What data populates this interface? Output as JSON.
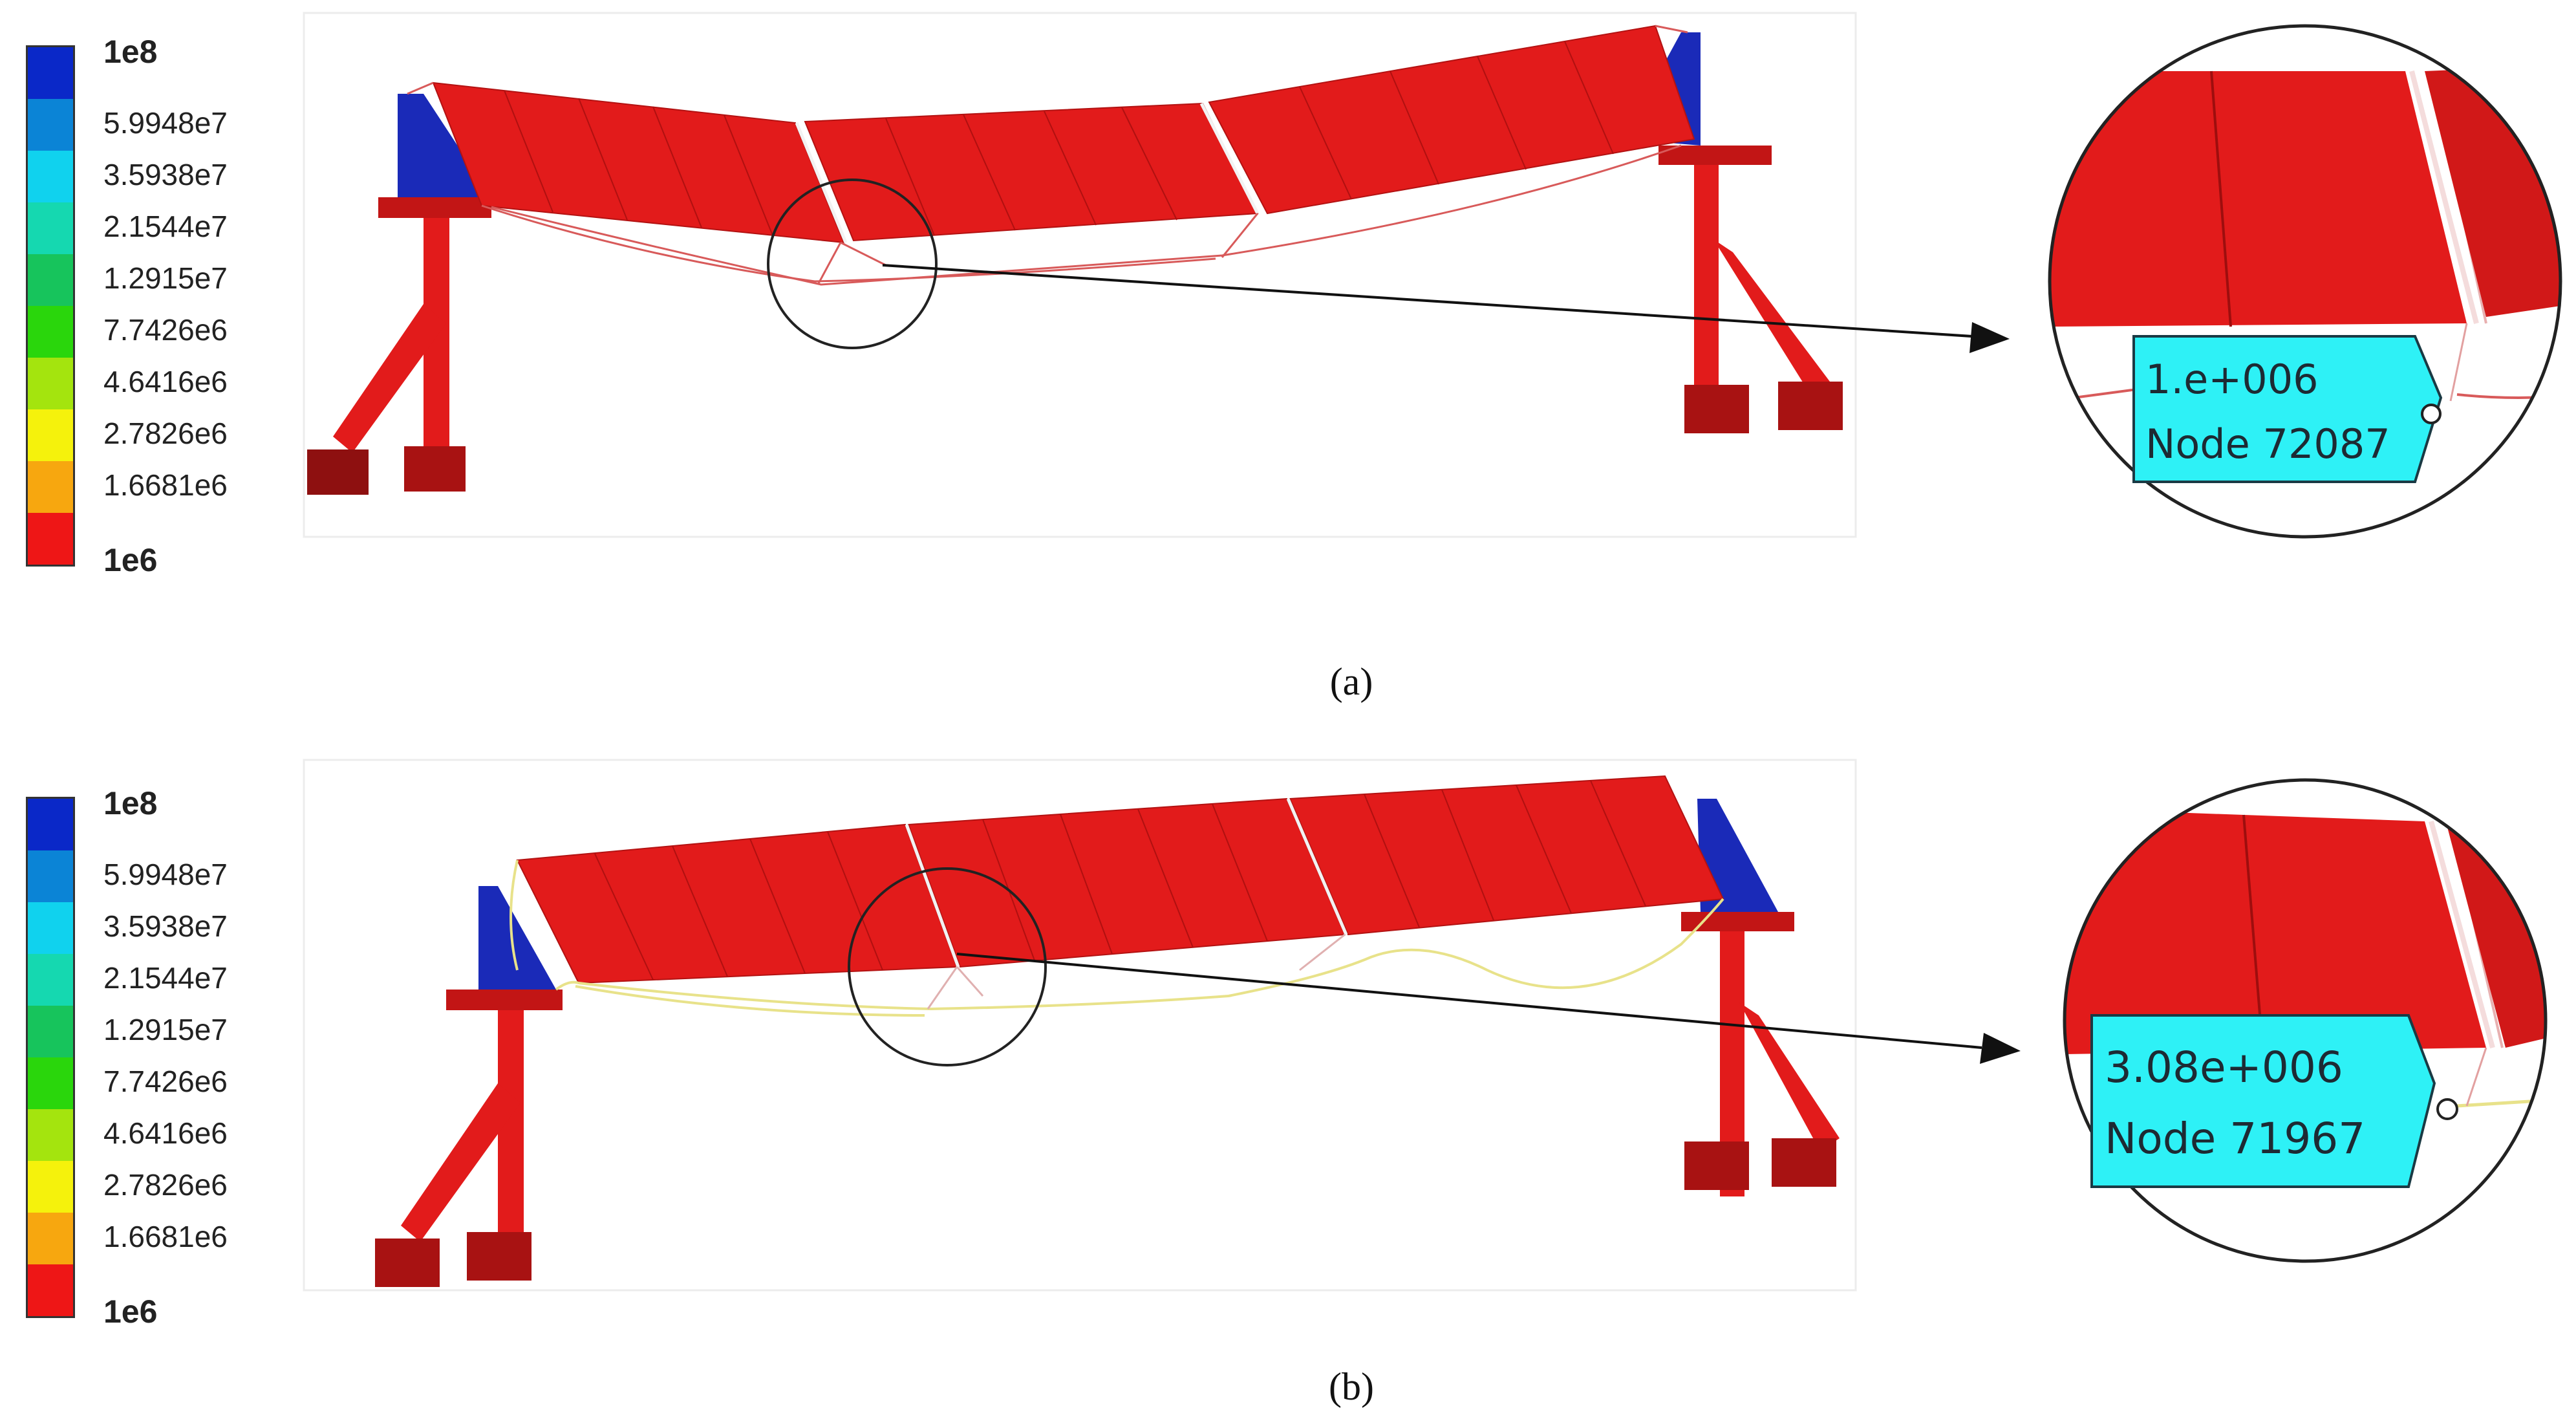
{
  "legend": {
    "labels": [
      "1e8",
      "5.9948e7",
      "3.5938e7",
      "2.1544e7",
      "1.2915e7",
      "7.7426e6",
      "4.6416e6",
      "2.7826e6",
      "1.6681e6",
      "1e6"
    ],
    "colors": [
      "#0a28c8",
      "#0b84d6",
      "#10d2ee",
      "#15d8b0",
      "#17c45c",
      "#2ad60c",
      "#a4e40e",
      "#f5f20c",
      "#f7a70f",
      "#ee1616"
    ]
  },
  "panels": [
    {
      "caption": "(a)",
      "probe": {
        "value": "1.e+006",
        "node": "Node 72087"
      }
    },
    {
      "caption": "(b)",
      "probe": {
        "value": "3.08e+006",
        "node": "Node 71967"
      }
    }
  ],
  "colors": {
    "structure": "#e21b1b",
    "structure_dark": "#8e1010",
    "support": "#1a2ab8",
    "tag": "#2ef1f6"
  }
}
